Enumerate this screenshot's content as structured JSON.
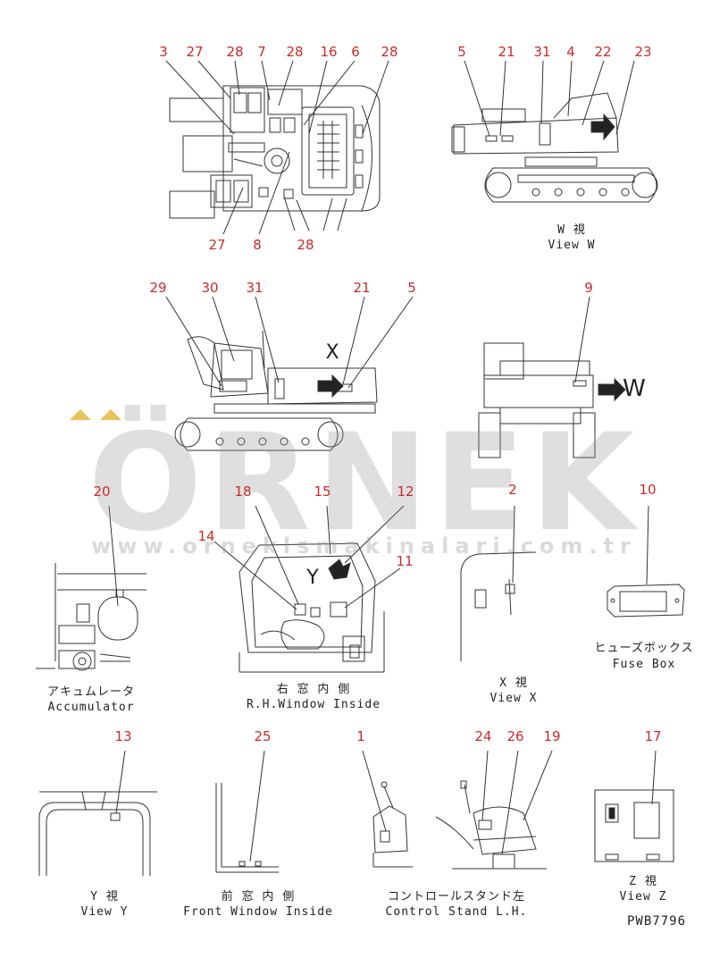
{
  "callouts": {
    "n3": "3",
    "n27a": "27",
    "n28a": "28",
    "n7": "7",
    "n28b": "28",
    "n16": "16",
    "n6": "6",
    "n28c": "28",
    "n27b": "27",
    "n8": "8",
    "n28d": "28",
    "n5a": "5",
    "n21a": "21",
    "n31a": "31",
    "n4": "4",
    "n22": "22",
    "n23": "23",
    "n29": "29",
    "n30": "30",
    "n31b": "31",
    "n21b": "21",
    "n5b": "5",
    "n9": "9",
    "n20": "20",
    "n18": "18",
    "n15": "15",
    "n12": "12",
    "n14": "14",
    "n11": "11",
    "n2": "2",
    "n10": "10",
    "n13": "13",
    "n25": "25",
    "n1": "1",
    "n24": "24",
    "n26": "26",
    "n19": "19",
    "n17": "17"
  },
  "captions": {
    "view_w_jp": "W 視",
    "view_w_en": "View W",
    "accum_jp": "アキュムレータ",
    "accum_en": "Accumulator",
    "rh_jp": "右 窓 内 側",
    "rh_en": "R.H.Window Inside",
    "view_x_jp": "X 視",
    "view_x_en": "View X",
    "fuse_jp": "ヒューズボックス",
    "fuse_en": "Fuse Box",
    "view_y_jp": "Y 視",
    "view_y_en": "View Y",
    "front_jp": "前 窓 内 側",
    "front_en": "Front Window Inside",
    "ctrl_jp": "コントロールスタンド左",
    "ctrl_en": "Control Stand L.H.",
    "view_z_jp": "Z 視",
    "view_z_en": "View Z"
  },
  "letters": {
    "w_arrow": "W",
    "x_mark": "X",
    "y_mark": "Y"
  },
  "part_code": "PWB7796",
  "watermark": {
    "brand": "ÖRNEK",
    "url": "www.orneklsmakinalari.com.tr"
  },
  "colors": {
    "callout": "#cc2a2a",
    "line": "#333333",
    "watermark": "#9a9a9a",
    "watermark_dots": "#e8c25a"
  }
}
